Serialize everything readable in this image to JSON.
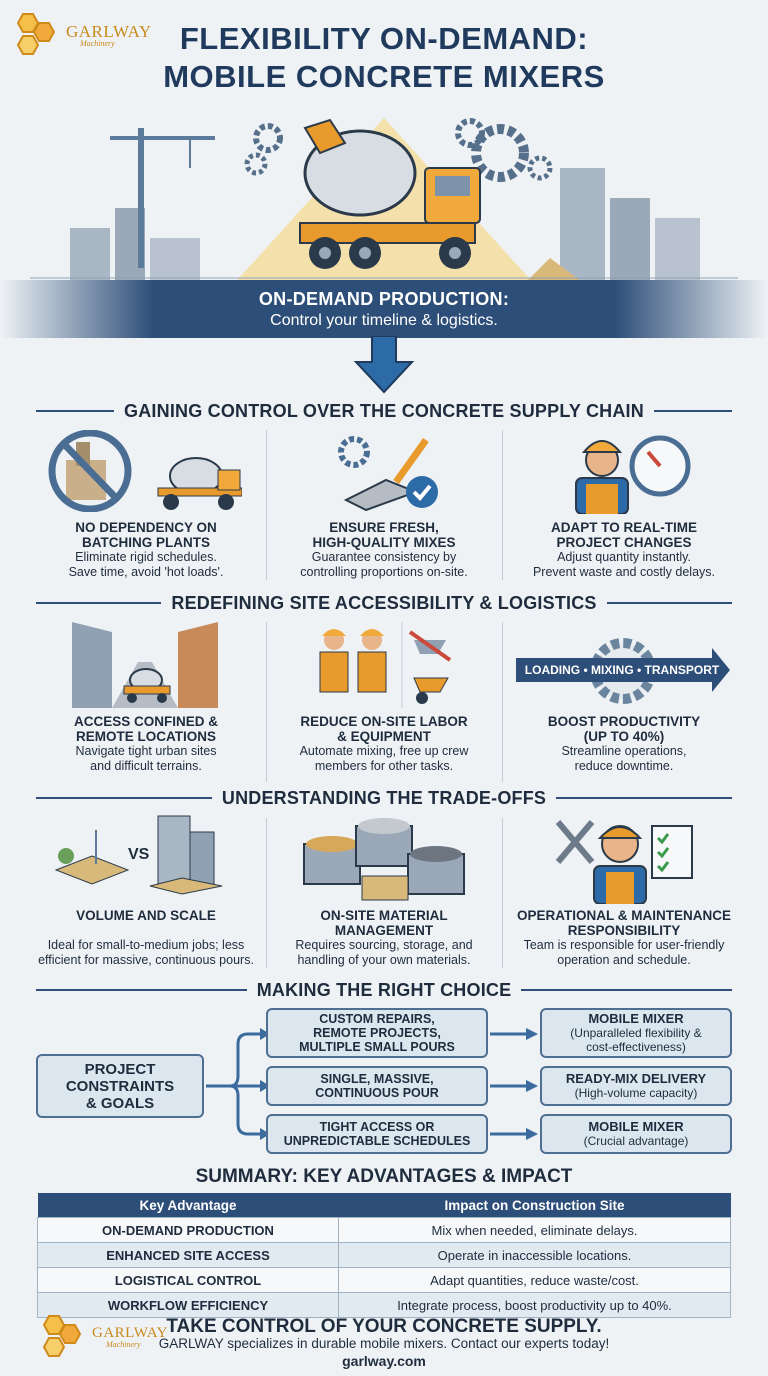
{
  "brand": {
    "name": "GARLWAY",
    "sub": "Machinery"
  },
  "title": {
    "line1": "FLEXIBILITY ON-DEMAND:",
    "line2": "MOBILE CONCRETE MIXERS"
  },
  "banner": {
    "line1": "ON-DEMAND PRODUCTION:",
    "line2": "Control your timeline & logistics."
  },
  "sections": [
    {
      "heading": "GAINING CONTROL OVER THE CONCRETE SUPPLY CHAIN",
      "cards": [
        {
          "h1": "NO DEPENDENCY ON",
          "h2": "BATCHING PLANTS",
          "d1": "Eliminate rigid schedules.",
          "d2": "Save time, avoid 'hot loads'.",
          "icon": "no-batching-plant-icon"
        },
        {
          "h1": "ENSURE FRESH,",
          "h2": "HIGH-QUALITY MIXES",
          "d1": "Guarantee consistency by",
          "d2": "controlling proportions on-site.",
          "icon": "trowel-quality-icon"
        },
        {
          "h1": "ADAPT TO REAL-TIME",
          "h2": "PROJECT CHANGES",
          "d1": "Adjust quantity instantly.",
          "d2": "Prevent waste and costly delays.",
          "icon": "worker-gauge-icon"
        }
      ]
    },
    {
      "heading": "REDEFINING SITE ACCESSIBILITY & LOGISTICS",
      "cards": [
        {
          "h1": "ACCESS CONFINED &",
          "h2": "REMOTE LOCATIONS",
          "d1": "Navigate tight urban sites",
          "d2": "and difficult terrains.",
          "icon": "urban-street-mixer-icon"
        },
        {
          "h1": "REDUCE ON-SITE LABOR",
          "h2": "& EQUIPMENT",
          "d1": "Automate mixing, free up crew",
          "d2": "members for other tasks.",
          "icon": "workers-wheelbarrow-icon"
        },
        {
          "h1": "BOOST PRODUCTIVITY",
          "h2": "(UP TO 40%)",
          "d1": "Streamline operations,",
          "d2": "reduce downtime.",
          "icon": "process-arrow-icon"
        }
      ]
    },
    {
      "heading": "UNDERSTANDING THE TRADE-OFFS",
      "cards": [
        {
          "h1": "VOLUME AND SCALE",
          "h2": "",
          "d1": "Ideal for small-to-medium jobs; less",
          "d2": "efficient for massive, continuous pours.",
          "icon": "small-vs-skyscraper-icon"
        },
        {
          "h1": "ON-SITE MATERIAL",
          "h2": "MANAGEMENT",
          "d1": "Requires sourcing, storage, and",
          "d2": "handling of your own materials.",
          "icon": "material-bins-icon"
        },
        {
          "h1": "OPERATIONAL & MAINTENANCE",
          "h2": "RESPONSIBILITY",
          "d1": "Team is responsible for user-friendly",
          "d2": "operation and schedule.",
          "icon": "mechanic-checklist-icon"
        }
      ]
    }
  ],
  "process_label": "LOADING • MIXING • TRANSPORT",
  "vs_label": "VS",
  "choice": {
    "heading": "MAKING THE RIGHT CHOICE",
    "source": {
      "l1": "PROJECT",
      "l2": "CONSTRAINTS",
      "l3": "& GOALS"
    },
    "rows": [
      {
        "cond1": "CUSTOM REPAIRS,",
        "cond2": "REMOTE PROJECTS,",
        "cond3": "MULTIPLE SMALL POURS",
        "res": "MOBILE MIXER",
        "res_sub1": "(Unparalleled flexibility &",
        "res_sub2": "cost-effectiveness)"
      },
      {
        "cond1": "SINGLE, MASSIVE,",
        "cond2": "CONTINUOUS POUR",
        "cond3": "",
        "res": "READY-MIX DELIVERY",
        "res_sub1": "(High-volume capacity)",
        "res_sub2": ""
      },
      {
        "cond1": "TIGHT ACCESS OR",
        "cond2": "UNPREDICTABLE SCHEDULES",
        "cond3": "",
        "res": "MOBILE MIXER",
        "res_sub1": "(Crucial advantage)",
        "res_sub2": ""
      }
    ]
  },
  "summary": {
    "heading": "SUMMARY: KEY ADVANTAGES & IMPACT",
    "col1": "Key Advantage",
    "col2": "Impact on Construction Site",
    "rows": [
      {
        "k": "ON-DEMAND PRODUCTION",
        "v": "Mix when needed, eliminate delays."
      },
      {
        "k": "ENHANCED SITE ACCESS",
        "v": "Operate in inaccessible locations."
      },
      {
        "k": "LOGISTICAL CONTROL",
        "v": "Adapt quantities, reduce waste/cost."
      },
      {
        "k": "WORKFLOW EFFICIENCY",
        "v": "Integrate process, boost productivity up to 40%."
      }
    ]
  },
  "footer": {
    "cta": "TAKE CONTROL OF YOUR CONCRETE SUPPLY.",
    "text": "GARLWAY specializes in durable mobile mixers. Contact our experts today!",
    "url": "garlway.com"
  },
  "colors": {
    "navy": "#2d4e78",
    "accent_orange": "#e89a2c",
    "bg": "#eef2f5"
  }
}
